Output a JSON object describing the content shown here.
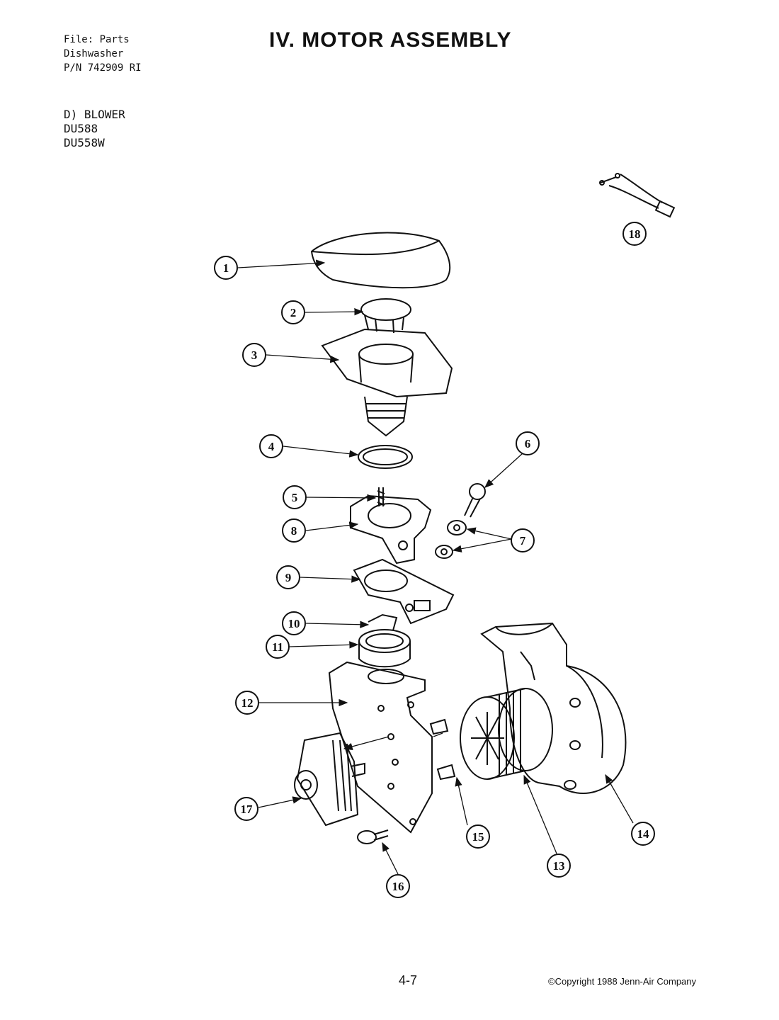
{
  "header": {
    "file_line": "File: Parts",
    "product_line": "Dishwasher",
    "part_number_line": "P/N 742909 RI",
    "title": "IV. MOTOR ASSEMBLY"
  },
  "section": {
    "label": "D) BLOWER",
    "models": [
      "DU588",
      "DU558W"
    ]
  },
  "callouts": [
    "1",
    "2",
    "3",
    "4",
    "5",
    "6",
    "7",
    "8",
    "9",
    "10",
    "11",
    "12",
    "13",
    "14",
    "15",
    "16",
    "17",
    "18"
  ],
  "footer": {
    "page_number": "4-7",
    "copyright": "©Copyright 1988 Jenn-Air Company"
  }
}
